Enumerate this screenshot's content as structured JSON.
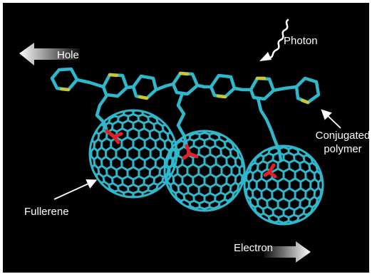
{
  "labels": {
    "hole": "Hole",
    "photon": "Photon",
    "conjugated_polymer_line1": "Conjugated",
    "conjugated_polymer_line2": "polymer",
    "fullerene": "Fullerene",
    "electron": "Electron"
  },
  "colors": {
    "background": "#000000",
    "frame": "#ffffff",
    "bond": "#2fb8cc",
    "sulfur": "#c9c833",
    "oxygen": "#e0202a",
    "text": "#ffffff"
  },
  "icons": {
    "hole_arrow": "left-arrow-icon",
    "electron_arrow": "right-arrow-icon",
    "photon": "wavy-photon-icon"
  }
}
